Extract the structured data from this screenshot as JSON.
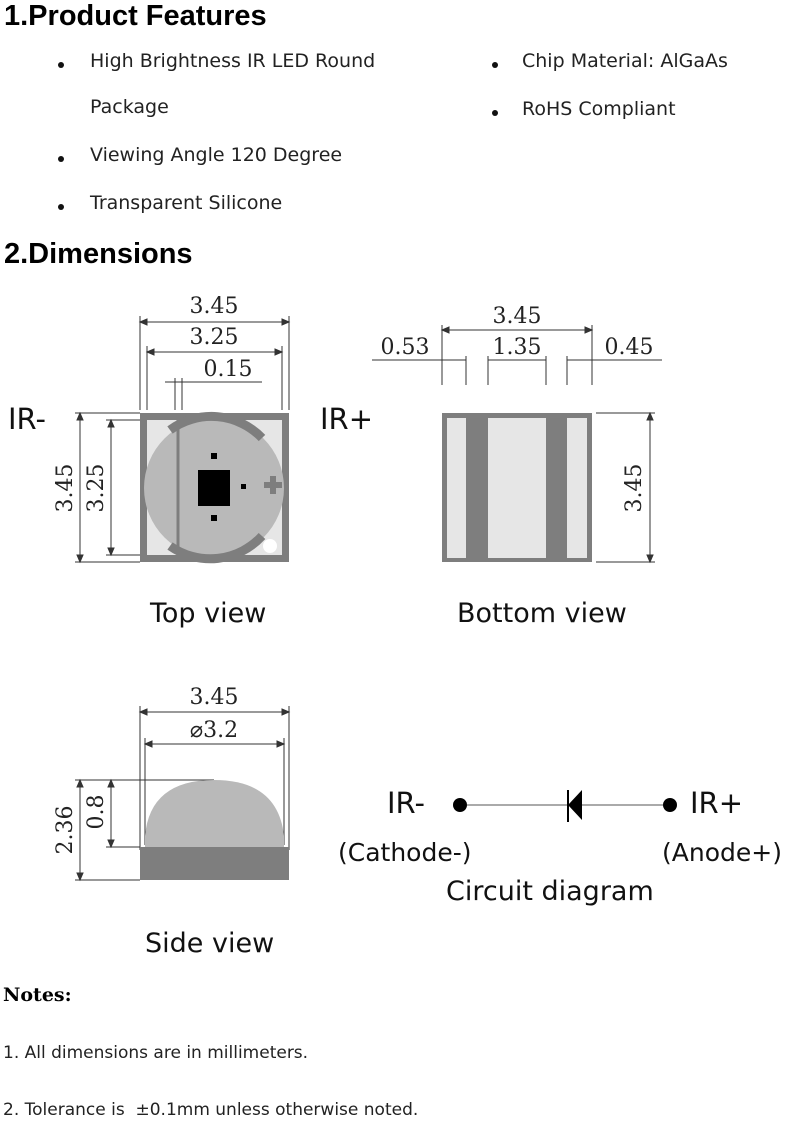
{
  "features": {
    "heading": "1.Product Features",
    "left": [
      "High Brightness IR LED Round",
      "Package",
      "Viewing Angle 120 Degree",
      "Transparent Silicone"
    ],
    "right": [
      "Chip Material: AlGaAs",
      "RoHS Compliant"
    ]
  },
  "dimensions": {
    "heading": "2.Dimensions",
    "top_view": {
      "caption": "Top view",
      "pin_label": "IR-",
      "dims": {
        "overall_width": "3.45",
        "inner_width": "3.25",
        "gap": "0.15",
        "overall_height": "3.45",
        "inner_height": "3.25"
      }
    },
    "bottom_view": {
      "caption": "Bottom view",
      "pin_label": "IR+",
      "dims": {
        "overall_width": "3.45",
        "left_pad": "0.53",
        "center_gap": "1.35",
        "right_pad": "0.45",
        "height": "3.45"
      }
    },
    "side_view": {
      "caption": "Side view",
      "dims": {
        "width": "3.45",
        "lens_diameter": "⌀3.2",
        "total_height": "2.36",
        "base_height": "0.8"
      }
    },
    "circuit": {
      "caption": "Circuit diagram",
      "cathode_label": "IR-",
      "cathode_note": "(Cathode-)",
      "anode_label": "IR+",
      "anode_note": "(Anode+)"
    }
  },
  "notes": {
    "heading": "Notes:",
    "items": [
      "1. All dimensions are in millimeters.",
      "2. Tolerance is  ±0.1mm unless otherwise noted."
    ]
  }
}
